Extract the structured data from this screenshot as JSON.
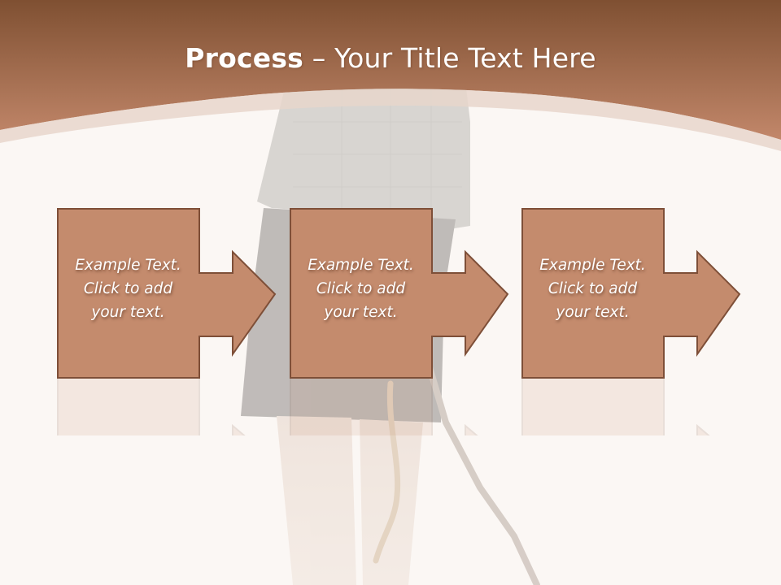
{
  "slide": {
    "title_bold": "Process",
    "title_rest": " – Your Title Text Here",
    "colors": {
      "header_top": "#7f5032",
      "header_bottom": "#c2876a",
      "box_fill": "#c48b6d",
      "box_stroke": "#7e4f38",
      "background": "#fbf7f4"
    },
    "steps": [
      {
        "lines": [
          "Example Text.",
          "Click  to add",
          "your text."
        ]
      },
      {
        "lines": [
          "Example Text.",
          "Click  to add",
          "your text."
        ]
      },
      {
        "lines": [
          "Example Text.",
          "Click  to add",
          "your text."
        ]
      }
    ]
  }
}
